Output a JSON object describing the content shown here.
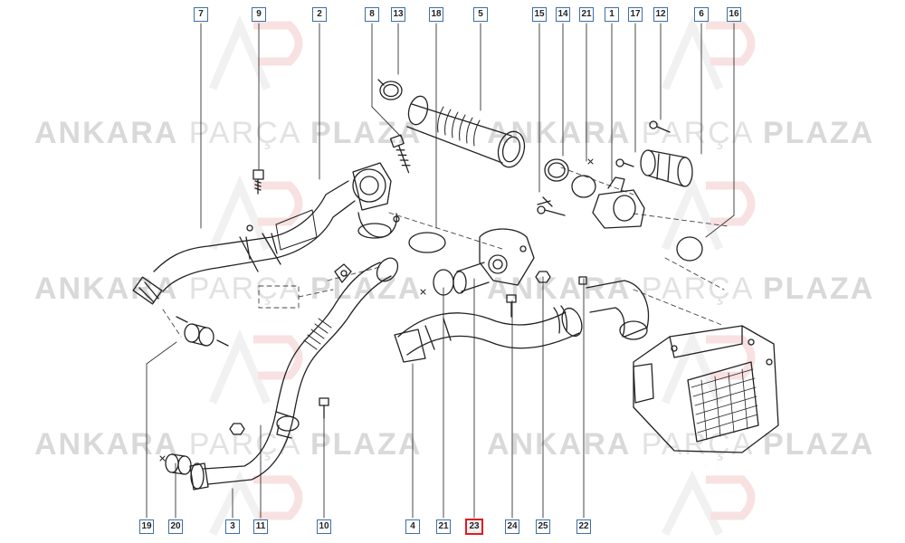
{
  "watermark": {
    "brand_bold_1": "ANKARA",
    "brand_light": "PARÇA",
    "brand_bold_2": "PLAZA"
  },
  "callouts_top": [
    "7",
    "9",
    "2",
    "8",
    "13",
    "18",
    "5",
    "15",
    "14",
    "21",
    "1",
    "17",
    "12",
    "6",
    "16"
  ],
  "callouts_bottom": [
    "19",
    "20",
    "3",
    "11",
    "10",
    "4",
    "21",
    "23",
    "24",
    "25",
    "22"
  ],
  "highlighted_part": "23",
  "colors": {
    "callout_border": "#3b6fa8",
    "highlight_border": "#e01b24",
    "watermark": "#d9d9d9",
    "logo_red": "#f3c9c9"
  }
}
